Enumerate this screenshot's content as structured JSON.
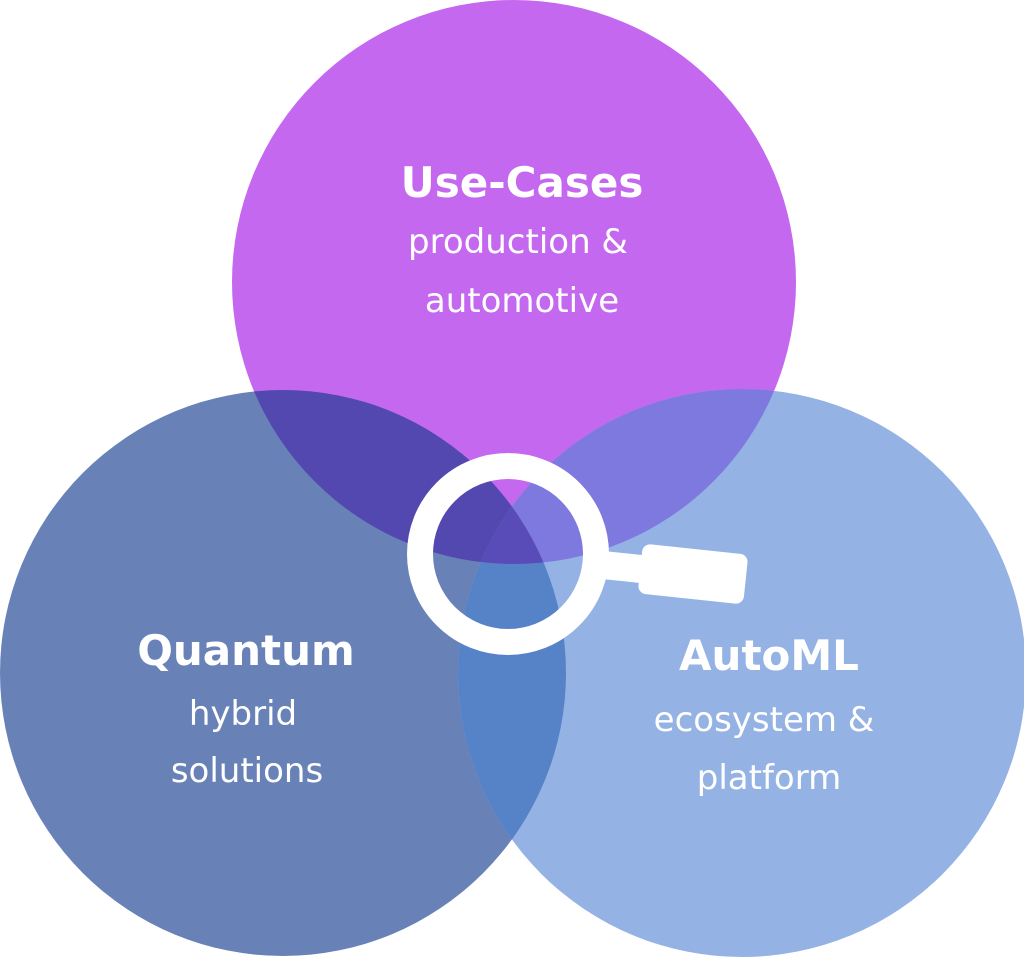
{
  "colors": {
    "use_cases": "#c468ef",
    "quantum": "#6882b8",
    "automl": "#95b2e4",
    "use_quantum_overlap": "#5347b0",
    "use_automl_overlap": "#7e79de",
    "quantum_automl_overlap": "#5683c8",
    "center_overlap": "#5a4cb8",
    "magnifier": "#ffffff"
  },
  "circles": {
    "use_cases": {
      "title": "Use-Cases",
      "line1": "production &",
      "line2": "automotive"
    },
    "quantum": {
      "title": "Quantum",
      "line1": "hybrid",
      "line2": "solutions"
    },
    "automl": {
      "title": "AutoML",
      "line1": "ecosystem &",
      "line2": "platform"
    }
  },
  "icons": {
    "center": "magnifying-glass-icon"
  }
}
